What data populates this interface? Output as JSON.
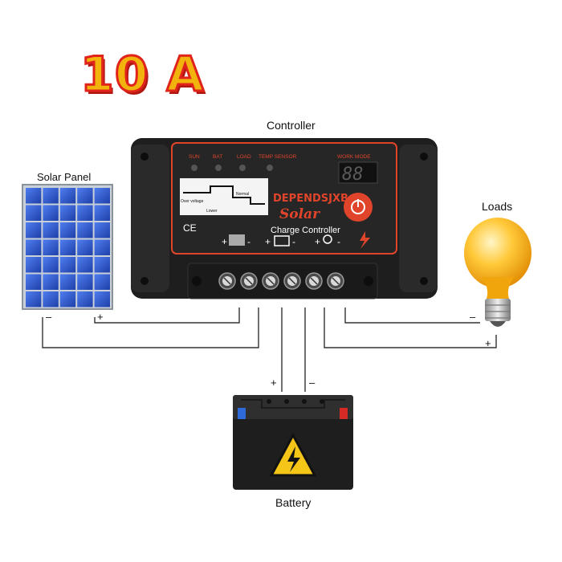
{
  "title": "10 A",
  "labels": {
    "controller": "Controller",
    "solar_panel": "Solar Panel",
    "loads": "Loads",
    "battery": "Battery"
  },
  "controller_panel": {
    "indicators": [
      "SUN",
      "BAT",
      "LOAD",
      "TEMP SENSOR"
    ],
    "work_mode": "WORK MODE",
    "display": "88",
    "brand": "DEPENDSJXB",
    "solar": "Solar",
    "charge_controller": "Charge Controller",
    "over_voltage": "Over voltage",
    "normal": "Normal",
    "lower": "Lower",
    "ce": "CE"
  },
  "polarity": {
    "panel_minus": "–",
    "panel_plus": "+",
    "load_minus": "–",
    "load_plus": "+",
    "battery_plus": "+",
    "battery_minus": "–"
  },
  "colors": {
    "controller_body": "#1e1e1e",
    "panel_face": "#2b2b2b",
    "accent_red": "#e0452b",
    "solar_cell": "#2c5bd6",
    "bulb": "#f7b21e",
    "warning_yellow": "#f5c518"
  }
}
